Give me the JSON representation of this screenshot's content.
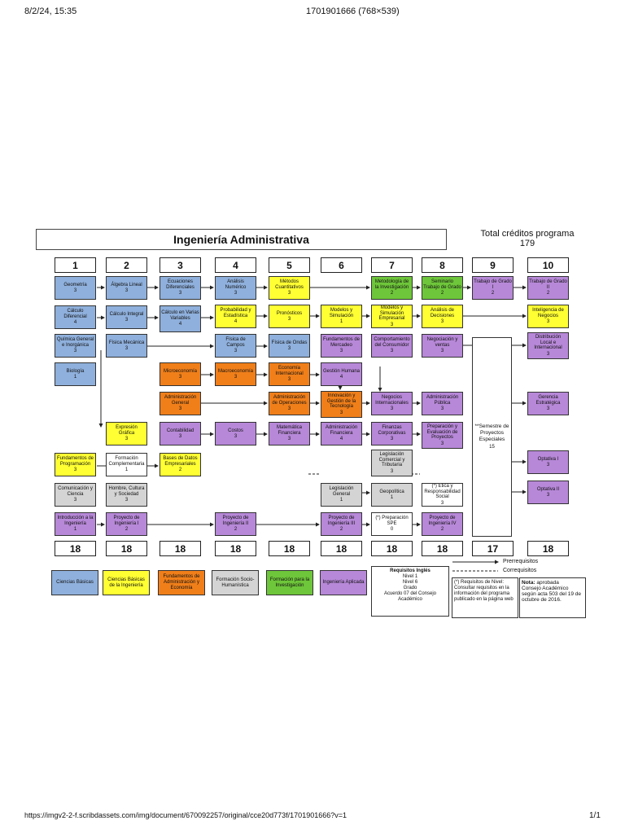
{
  "header": {
    "datetime": "8/2/24, 15:35",
    "doc_title": "1701901666 (768×539)"
  },
  "footer": {
    "url": "https://imgv2-2-f.scribdassets.com/img/document/670092257/original/cce20d773f/1701901666?v=1",
    "page": "1/1"
  },
  "diagram": {
    "title": "Ingeniería Administrativa",
    "total_label": "Total créditos programa",
    "total_value": "179",
    "semesters": [
      "1",
      "2",
      "3",
      "4",
      "5",
      "6",
      "7",
      "8",
      "9",
      "10"
    ],
    "credits": [
      "18",
      "18",
      "18",
      "18",
      "18",
      "18",
      "18",
      "18",
      "17",
      "18"
    ],
    "courses": {
      "geometria": {
        "name": "Geometría",
        "credits": "3"
      },
      "calculo_diferencial": {
        "name": "Cálculo Diferencial",
        "credits": "4"
      },
      "quimica": {
        "name": "Química General e Inorgánica",
        "credits": "3"
      },
      "biologia": {
        "name": "Biología",
        "credits": "1"
      },
      "fund_programacion": {
        "name": "Fundamentos de Programación",
        "credits": "3"
      },
      "comunicacion": {
        "name": "Comunicación y Ciencia",
        "credits": "3"
      },
      "intro_ingenieria": {
        "name": "Introducción a la Ingeniería",
        "credits": "1"
      },
      "algebra_lineal": {
        "name": "Álgebra Lineal",
        "credits": "3"
      },
      "calculo_integral": {
        "name": "Cálculo Integral",
        "credits": "3"
      },
      "fisica_mecanica": {
        "name": "Física Mecánica",
        "credits": "3"
      },
      "expresion_grafica": {
        "name": "Expresión Gráfica",
        "credits": "3"
      },
      "formacion_complementaria": {
        "name": "Formación Complementaria",
        "credits": "1"
      },
      "hombre_cultura": {
        "name": "Hombre, Cultura y Sociedad",
        "credits": "3"
      },
      "proyecto_ing_1": {
        "name": "Proyecto de Ingeniería I",
        "credits": "2"
      },
      "ecuaciones_diferenciales": {
        "name": "Ecuaciones Diferenciales",
        "credits": "3"
      },
      "calculo_varias": {
        "name": "Cálculo en Varias Variables",
        "credits": "4"
      },
      "microeconomia": {
        "name": "Microeconomía",
        "credits": "3"
      },
      "administracion_general": {
        "name": "Administración General",
        "credits": "3"
      },
      "contabilidad": {
        "name": "Contabilidad",
        "credits": "3"
      },
      "bases_datos": {
        "name": "Bases de Datos Empresariales",
        "credits": "2"
      },
      "analisis_numerico": {
        "name": "Análisis Numérico",
        "credits": "3"
      },
      "probabilidad": {
        "name": "Probabilidad y Estadística",
        "credits": "4"
      },
      "fisica_campos": {
        "name": "Física de Campos",
        "credits": "3"
      },
      "macroeconomia": {
        "name": "Macroeconomía",
        "credits": "3"
      },
      "costos": {
        "name": "Costos",
        "credits": "3"
      },
      "proyecto_ing_2": {
        "name": "Proyecto de Ingeniería II",
        "credits": "2"
      },
      "metodos_cuantitativos": {
        "name": "Métodos Cuantitativos",
        "credits": "3"
      },
      "pronosticos": {
        "name": "Pronósticos",
        "credits": "3"
      },
      "fisica_ondas": {
        "name": "Física de Ondas",
        "credits": "3"
      },
      "economia_internacional": {
        "name": "Economía Internacional",
        "credits": "3"
      },
      "admin_operaciones": {
        "name": "Administración de Operaciones",
        "credits": "3"
      },
      "matematica_financiera": {
        "name": "Matemática Financiera",
        "credits": "3"
      },
      "modelos_simulacion_1": {
        "name": "Modelos y Simulación",
        "credits": "1"
      },
      "fund_mercadeo": {
        "name": "Fundamentos de Mercadeo",
        "credits": "3"
      },
      "gestion_humana": {
        "name": "Gestión Humana",
        "credits": "4"
      },
      "innovacion": {
        "name": "Innovación y Gestión de la Tecnología",
        "credits": "3"
      },
      "admin_financiera": {
        "name": "Administración Financiera",
        "credits": "4"
      },
      "legislacion_general": {
        "name": "Legislación General",
        "credits": "1"
      },
      "proyecto_ing_3": {
        "name": "Proyecto de Ingeniería III",
        "credits": "2"
      },
      "metodologia_investigacion": {
        "name": "Metodología de la Investigación",
        "credits": "2"
      },
      "modelos_simulacion_emp": {
        "name": "Modelos y Simulación Empresarial",
        "credits": "3"
      },
      "comportamiento_consumidor": {
        "name": "Comportamiento del Consumidor",
        "credits": "3"
      },
      "negocios_internacionales": {
        "name": "Negocios Internacionales",
        "credits": "3"
      },
      "finanzas_corporativas": {
        "name": "Finanzas Corporativas",
        "credits": "3"
      },
      "legislacion_comercial": {
        "name": "Legislación Comercial y Tributaria",
        "credits": "3"
      },
      "geopolitica": {
        "name": "Geopolítica",
        "credits": "1"
      },
      "preparacion_spe": {
        "name": "(*) Preparación SPE",
        "credits": "0"
      },
      "seminario_grado": {
        "name": "Seminario Trabajo de Grado",
        "credits": "2"
      },
      "analisis_decisiones": {
        "name": "Análisis de Decisiones",
        "credits": "3"
      },
      "negociacion": {
        "name": "Negociación y ventas",
        "credits": "3"
      },
      "administracion_publica": {
        "name": "Administración Pública",
        "credits": "3"
      },
      "preparacion_proyectos": {
        "name": "Preparación y Evaluación de Proyectos",
        "credits": "3"
      },
      "etica": {
        "name": "(*) Ética y Responsabilidad Social",
        "credits": "3"
      },
      "proyecto_ing_4": {
        "name": "Proyecto de Ingeniería IV",
        "credits": "2"
      },
      "trabajo_grado_1": {
        "name": "Trabajo de Grado I",
        "credits": "2"
      },
      "semestre_especial": {
        "name": "**Semestre de Proyectos Especiales",
        "credits": "15"
      },
      "trabajo_grado_2": {
        "name": "Trabajo de Grado II",
        "credits": "2"
      },
      "inteligencia_negocios": {
        "name": "Inteligencia de Negocios",
        "credits": "3"
      },
      "distribucion": {
        "name": "Distribución Local e Internacional",
        "credits": "3"
      },
      "gerencia_estrategica": {
        "name": "Gerencia Estratégica",
        "credits": "3"
      },
      "optativa_1": {
        "name": "Optativa I",
        "credits": "3"
      },
      "optativa_2": {
        "name": "Optativa II",
        "credits": "3"
      }
    },
    "legend": {
      "ciencias_basicas": "Ciencias Básicas",
      "ciencias_ingenieria": "Ciencias Básicas de la Ingeniería",
      "fund_admin": "Fundamentos de Administración y Economía",
      "socio": "Formación Socio-Humanística",
      "investigacion": "Formación para la Investigación",
      "aplicada": "Ingeniería Aplicada",
      "prerrequisitos": "Prerrequisitos",
      "correquisitos": "Correquisitos",
      "ingles_title": "Requisitos Inglés",
      "ingles_l1": "Nivel 1",
      "ingles_l2": "Nivel 6",
      "ingles_l3": "Grado",
      "ingles_l4": "Acuerdo 07 del Consejo Académico",
      "nivel_note": "(*) Requisitos de Nivel: Consultar requisitos en la información del programa publicado en la página web",
      "nota_label": "Nota:",
      "nota_word": "aprobada",
      "nota_text": "Consejo Académico según acta 503 del 19 de octubre de 2016."
    },
    "colors": {
      "ciencias_basicas": "#8fb0dc",
      "ciencias_ingenieria": "#ffff33",
      "fund_admin": "#f07f1a",
      "socio": "#d4d4d4",
      "investigacion": "#6ec63a",
      "aplicada": "#b788d8"
    }
  }
}
